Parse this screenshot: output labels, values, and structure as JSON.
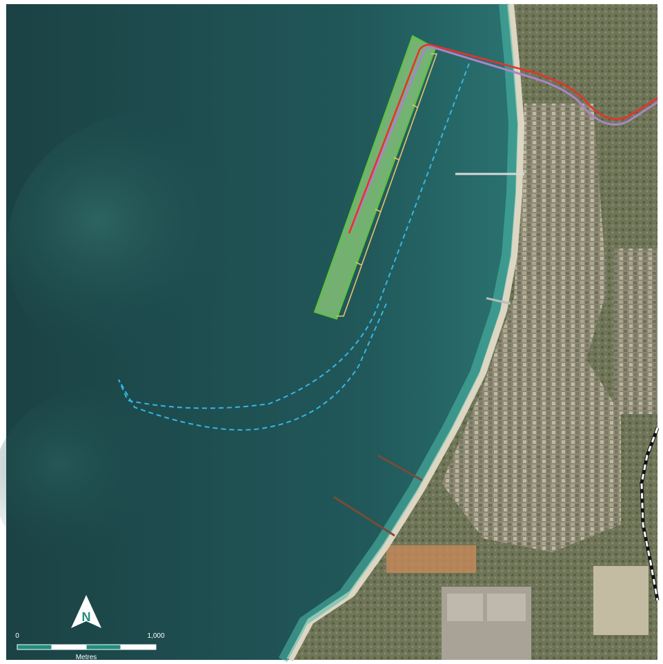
{
  "map": {
    "north_arrow_label": "N",
    "scale_bar": {
      "start_label": "0",
      "end_label": "1,000",
      "unit_label": "Metres"
    },
    "colors": {
      "sea_deep": "#1d4a4c",
      "sea_mid": "#2a6264",
      "sea_shallow": "#3fa59a",
      "beach": "#d9d3c0",
      "land": "#7c7a63",
      "industrial": "#a79d8a",
      "footprint_fill": "#8fcf7a",
      "footprint_edge": "#5fc23d",
      "route_red": "#e8322b",
      "route_purple": "#a985c8",
      "jetty_yellow": "#e8c46a",
      "dashed_blue": "#35b7e6",
      "scale_teal": "#1f8f7f"
    }
  }
}
